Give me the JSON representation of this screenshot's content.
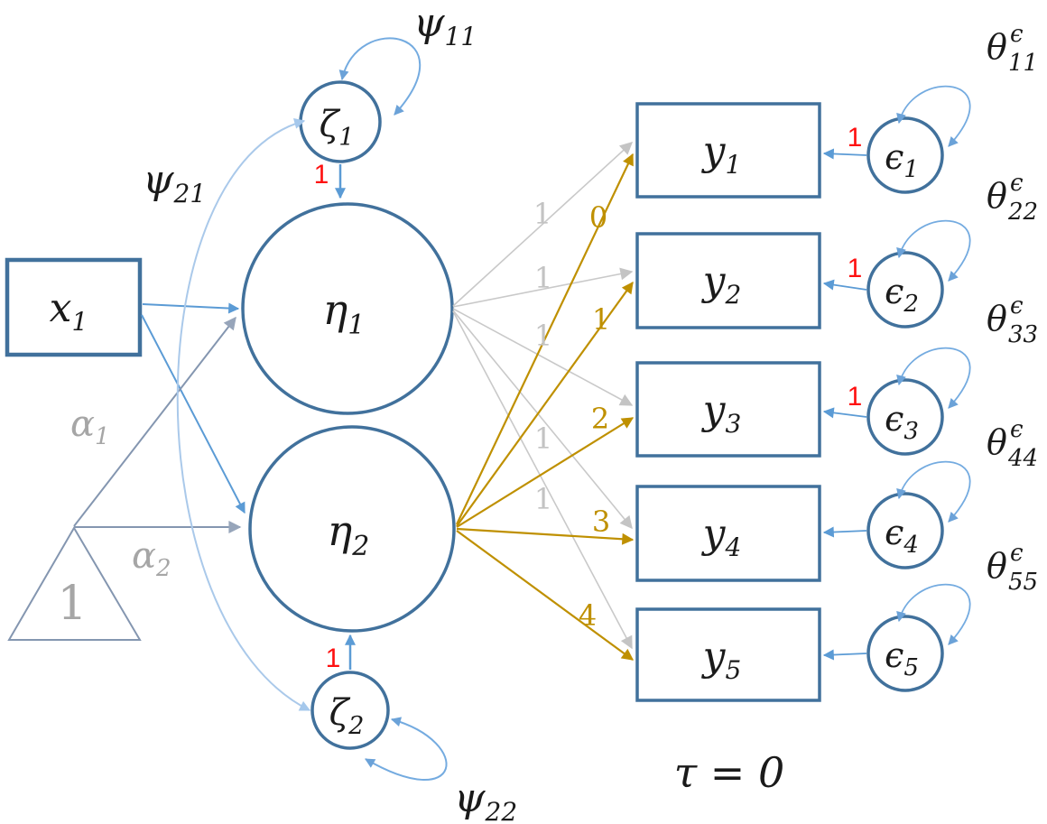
{
  "diagram_title": "latent-growth-curve-path-diagram",
  "colors": {
    "node_border": "#41719c",
    "arrow_blue": "#5b9bd5",
    "loop_blue": "#74abe0",
    "psi_curve_blue": "#aac9ea",
    "fan_gray": "#c9c9c9",
    "steel_gray_blue": "#8496b0",
    "gold": "#bf9000",
    "red": "#fe1010",
    "label_gray": "#a6a6a6"
  },
  "nodes": {
    "x1": {
      "main": "x",
      "sub": "1"
    },
    "intercept": {
      "label": "1"
    },
    "eta1": {
      "main": "η",
      "sub": "1"
    },
    "eta2": {
      "main": "η",
      "sub": "2"
    },
    "zeta1": {
      "main": "ζ",
      "sub": "1"
    },
    "zeta2": {
      "main": "ζ",
      "sub": "2"
    },
    "y": [
      {
        "main": "y",
        "sub": "1"
      },
      {
        "main": "y",
        "sub": "2"
      },
      {
        "main": "y",
        "sub": "3"
      },
      {
        "main": "y",
        "sub": "4"
      },
      {
        "main": "y",
        "sub": "5"
      }
    ],
    "eps": [
      {
        "main": "ϵ",
        "sub": "1"
      },
      {
        "main": "ϵ",
        "sub": "2"
      },
      {
        "main": "ϵ",
        "sub": "3"
      },
      {
        "main": "ϵ",
        "sub": "4"
      },
      {
        "main": "ϵ",
        "sub": "5"
      }
    ]
  },
  "labels": {
    "psi11": {
      "main": "ψ",
      "sub": "11"
    },
    "psi21": {
      "main": "ψ",
      "sub": "21"
    },
    "psi22": {
      "main": "ψ",
      "sub": "22"
    },
    "alpha1": {
      "main": "α",
      "sub": "1"
    },
    "alpha2": {
      "main": "α",
      "sub": "2"
    },
    "thetas": [
      {
        "main": "θ",
        "sup": "ϵ",
        "sub": "11"
      },
      {
        "main": "θ",
        "sup": "ϵ",
        "sub": "22"
      },
      {
        "main": "θ",
        "sup": "ϵ",
        "sub": "33"
      },
      {
        "main": "θ",
        "sup": "ϵ",
        "sub": "44"
      },
      {
        "main": "θ",
        "sup": "ϵ",
        "sub": "55"
      }
    ],
    "zeta1_loading": "1",
    "zeta2_loading": "1",
    "eps_loadings": [
      "1",
      "1",
      "1"
    ],
    "eta1_loadings": [
      "1",
      "1",
      "1",
      "1",
      "1"
    ],
    "eta2_loadings": [
      "0",
      "1",
      "2",
      "3",
      "4"
    ],
    "intercept_value": "1",
    "caption": "τ = 0"
  }
}
